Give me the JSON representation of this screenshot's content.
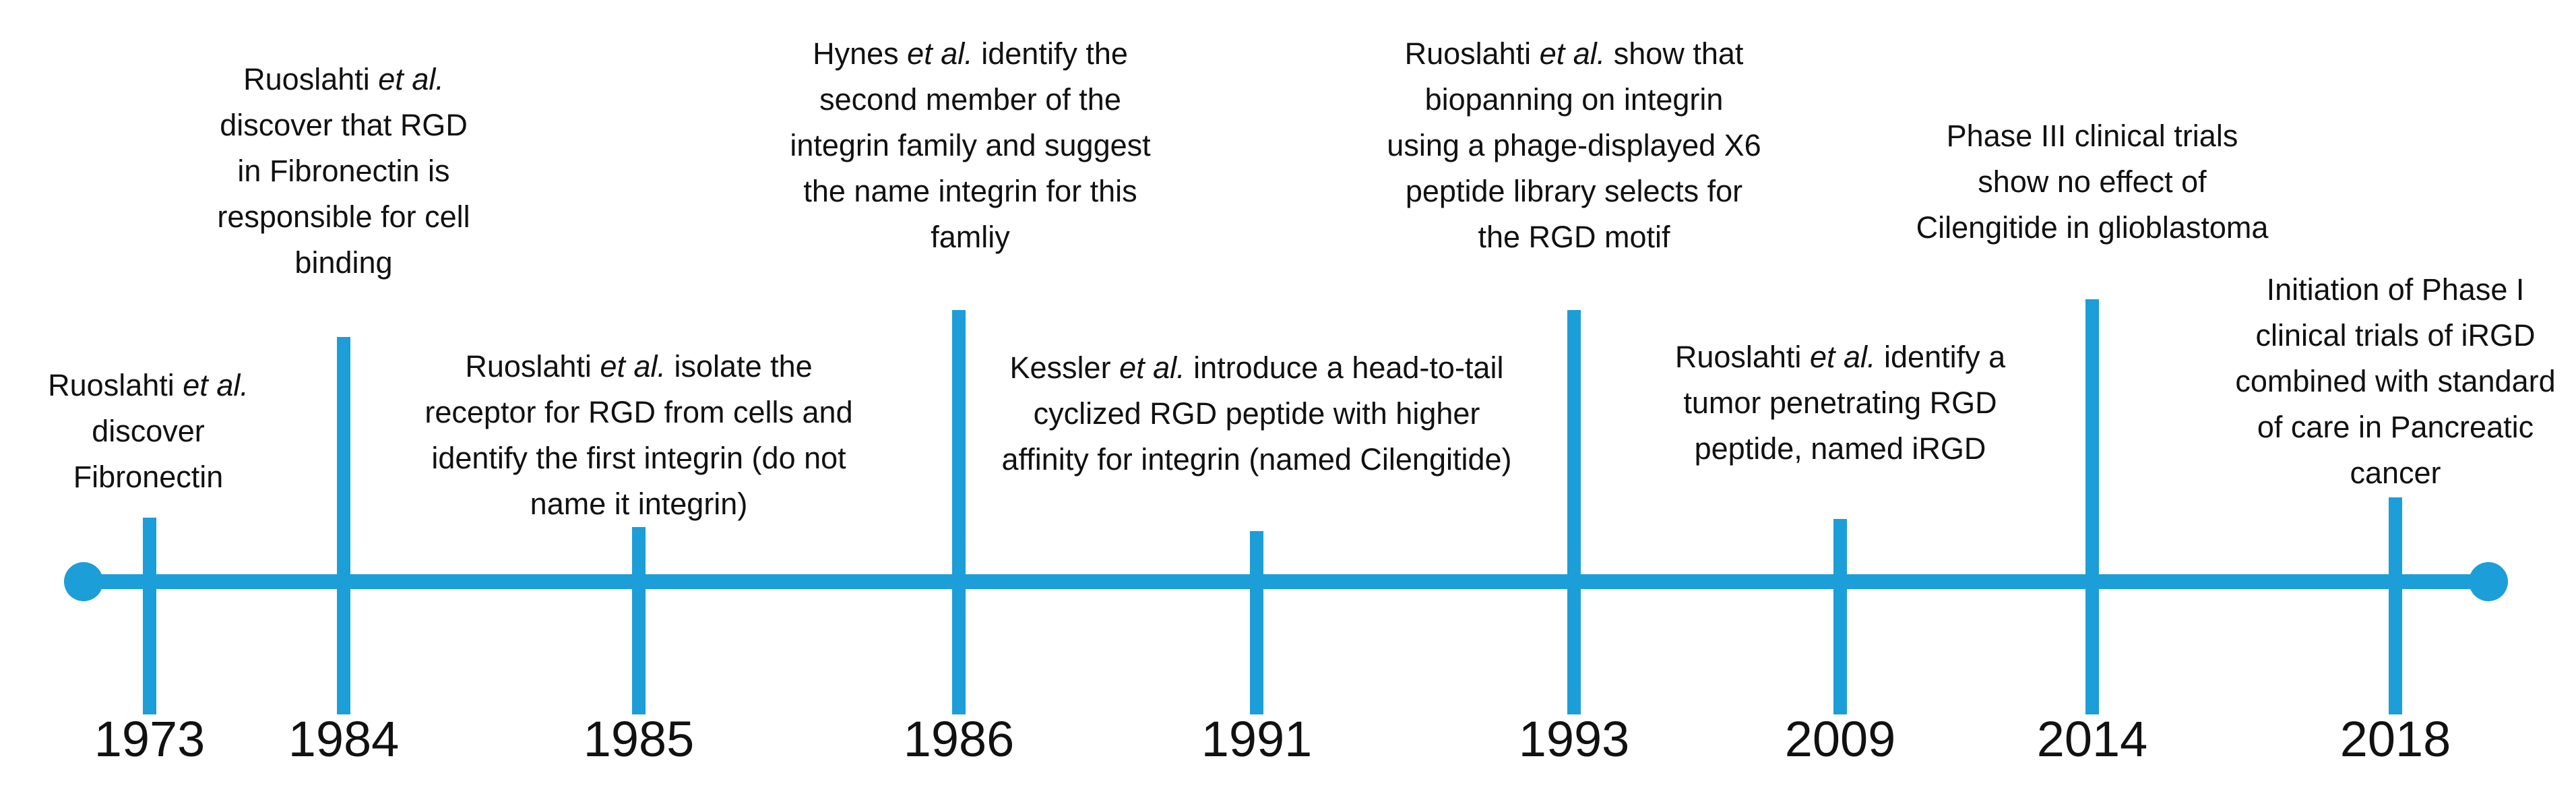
{
  "colors": {
    "timeline": "#1c9ed8",
    "text": "#111111"
  },
  "events": [
    {
      "year": "1973",
      "author": "Ruoslahti",
      "etal": "et al.",
      "text": "discover Fibronectin"
    },
    {
      "year": "1984",
      "author": "Ruoslahti",
      "etal": "et al.",
      "text": "discover that RGD in Fibronectin is responsible for cell binding"
    },
    {
      "year": "1985",
      "author": "Ruoslahti",
      "etal": "et al.",
      "text": "isolate the receptor for RGD from cells and identify the first integrin (do not name it integrin)"
    },
    {
      "year": "1986",
      "author": "Hynes",
      "etal": "et al.",
      "text": "identify the second member of the integrin family and suggest the name integrin for this famliy"
    },
    {
      "year": "1991",
      "author": "Kessler",
      "etal": "et al.",
      "text": "introduce a head-to-tail cyclized RGD peptide with higher affinity for integrin (named Cilengitide)"
    },
    {
      "year": "1993",
      "author": "Ruoslahti",
      "etal": "et al.",
      "text": "show that biopanning on integrin using a phage-displayed X6 peptide library selects for the RGD motif"
    },
    {
      "year": "2009",
      "author": "Ruoslahti",
      "etal": "et al.",
      "text": "identify a tumor penetrating RGD peptide, named iRGD"
    },
    {
      "year": "2014",
      "author": "",
      "etal": "",
      "text": "Phase III clinical trials show no effect of Cilengitide in glioblastoma"
    },
    {
      "year": "2018",
      "author": "",
      "etal": "",
      "text": "Initiation of Phase I clinical trials of iRGD combined with standard of care in Pancreatic cancer"
    }
  ]
}
